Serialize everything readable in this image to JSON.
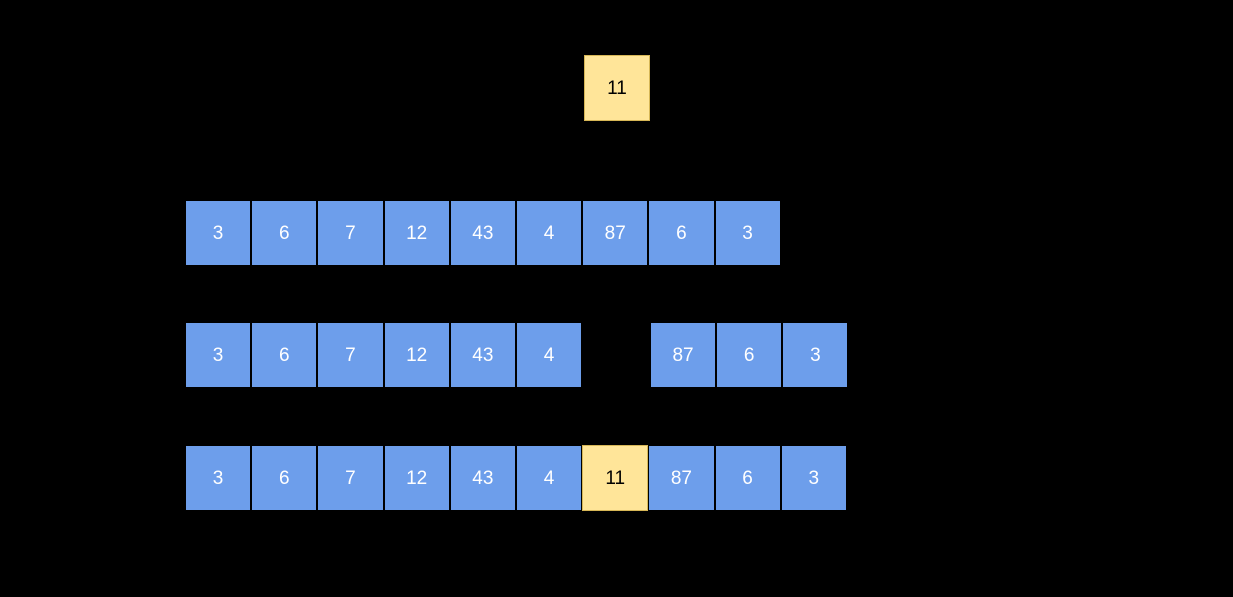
{
  "colors": {
    "background": "#000000",
    "cell_fill": "#6d9eeb",
    "cell_border": "#000000",
    "cell_text": "#ffffff",
    "accent_fill": "#ffe599",
    "accent_border": "#d6b656",
    "accent_text": "#000000"
  },
  "insert_value": {
    "value": "11"
  },
  "rows": [
    {
      "name": "original-array",
      "cells": [
        "3",
        "6",
        "7",
        "12",
        "43",
        "4",
        "87",
        "6",
        "3"
      ]
    },
    {
      "name": "shifted-array-with-gap",
      "cells_left": [
        "3",
        "6",
        "7",
        "12",
        "43",
        "4"
      ],
      "gap_index": 6,
      "cells_right": [
        "87",
        "6",
        "3"
      ]
    },
    {
      "name": "result-array",
      "cells": [
        "3",
        "6",
        "7",
        "12",
        "43",
        "4",
        "11",
        "87",
        "6",
        "3"
      ],
      "highlight_index": 6
    }
  ]
}
